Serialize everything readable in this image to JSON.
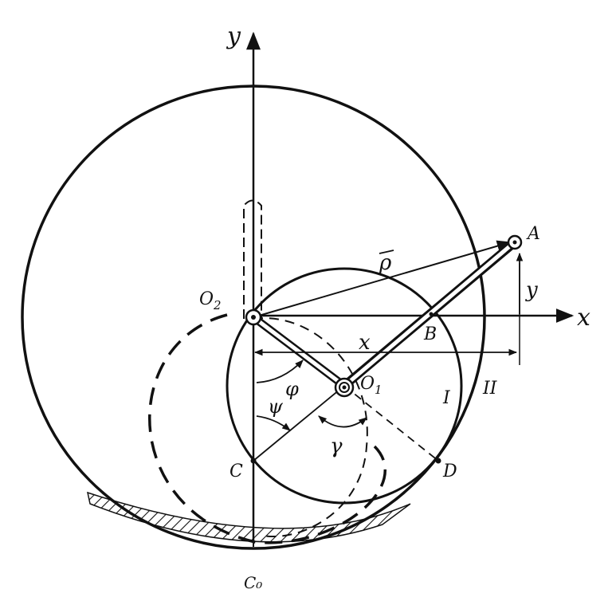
{
  "labels": {
    "y_axis": "y",
    "x_axis": "x",
    "point_A": "A",
    "point_B": "B",
    "point_C": "C",
    "point_D": "D",
    "point_C0": "C₀",
    "point_O1": "O",
    "point_O1_sub": "1",
    "point_O2": "O",
    "point_O2_sub": "2",
    "vector_rho": "ρ",
    "coord_x": "x",
    "coord_y": "y",
    "angle_phi": "φ",
    "angle_psi": "ψ",
    "angle_gamma": "γ",
    "circle_I": "I",
    "circle_II": "II"
  },
  "colors": {
    "ink": "#111111",
    "paper": "#ffffff"
  }
}
